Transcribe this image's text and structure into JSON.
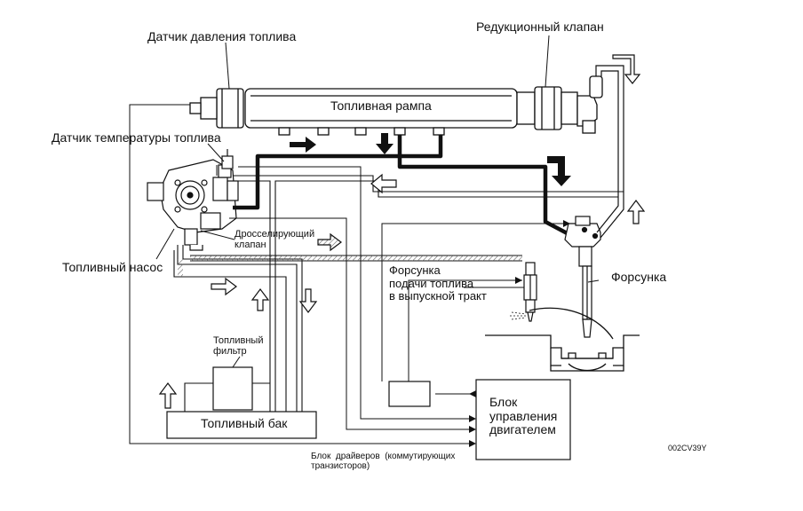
{
  "labels": {
    "fuel_pressure_sensor": "Датчик давления топлива",
    "reduction_valve": "Редукционный клапан",
    "fuel_rail": "Топливная рампа",
    "fuel_temp_sensor": "Датчик температуры топлива",
    "throttle_valve": "Дросселирующий\nклапан",
    "fuel_pump": "Топливный насос",
    "exhaust_injector": "Форсунка\nподачи топлива\nв выпускной тракт",
    "injector": "Форсунка",
    "fuel_filter": "Топливный\nфильтр",
    "fuel_tank": "Топливный бак",
    "ecu": "Блок\nуправления\nдвигателем",
    "driver_unit": "Блок  драйверов  (коммутирующих\nтранзисторов)",
    "figure_code": "002CV39Y"
  },
  "colors": {
    "line": "#111111",
    "background": "#ffffff",
    "hatch": "#555555"
  }
}
